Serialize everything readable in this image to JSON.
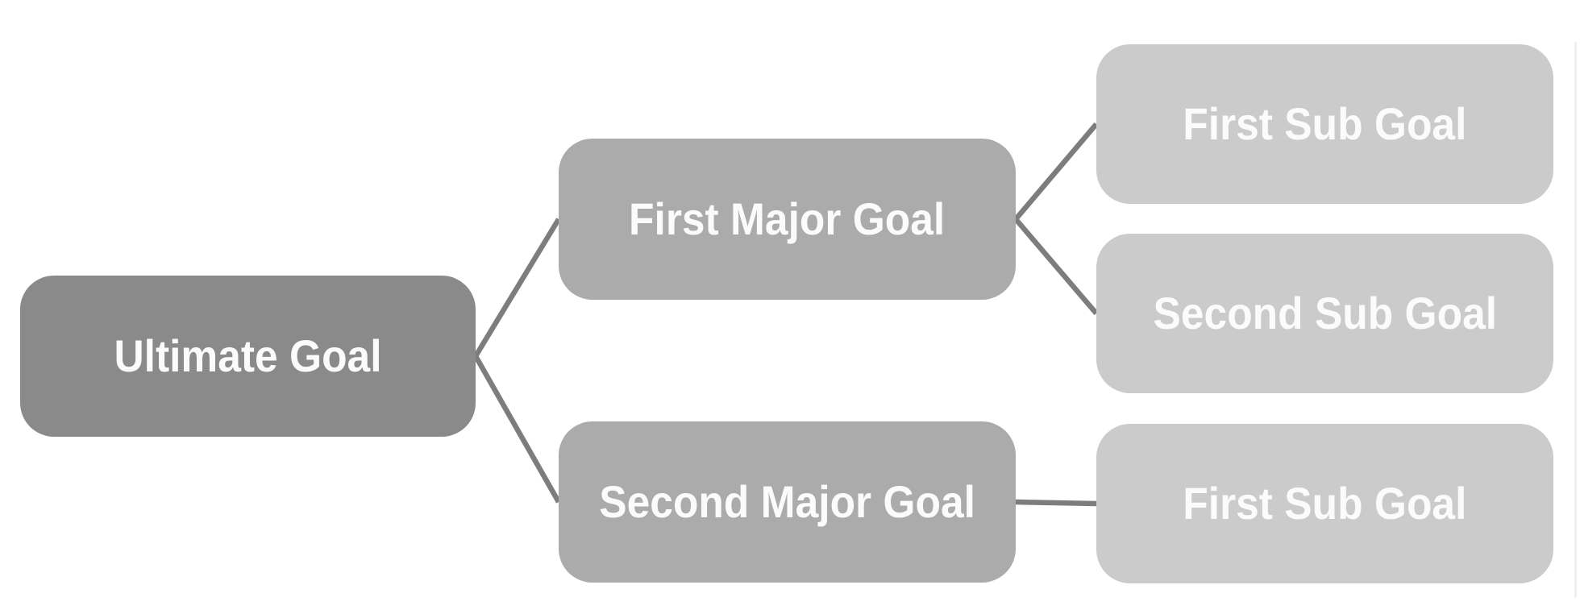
{
  "diagram": {
    "type": "hierarchy",
    "direction": "left-to-right",
    "root": {
      "label": "Ultimate Goal"
    },
    "majors": [
      {
        "label": "First Major Goal",
        "subs": [
          "First Sub Goal",
          "Second Sub Goal"
        ]
      },
      {
        "label": "Second Major Goal",
        "subs": [
          "First Sub Goal"
        ]
      }
    ]
  },
  "colors": {
    "root_fill": "#8a8a8a",
    "major_fill": "#ababab",
    "sub_fill": "#cbcbcb",
    "connector": "#7d7d7d",
    "node_text": "#fbfbfb",
    "edge_strip": "#efefef",
    "canvas_bg": "#ffffff"
  }
}
